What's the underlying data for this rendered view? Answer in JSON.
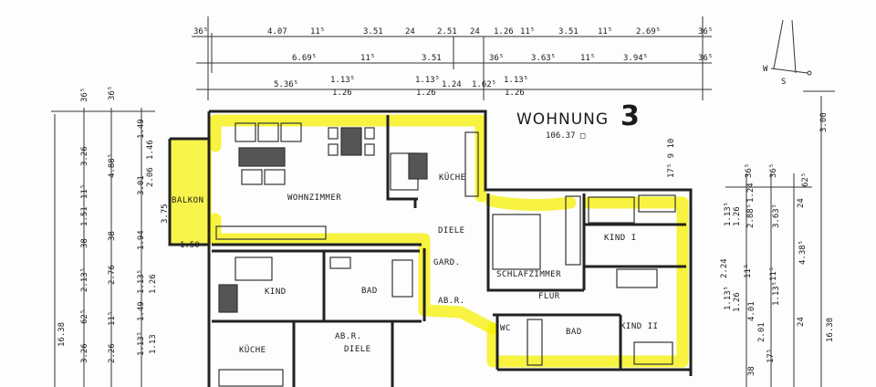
{
  "header": {
    "title": "WOHNUNG",
    "number": "3",
    "area": "106.37 □"
  },
  "rooms": {
    "wohnzimmer": "WOHNZIMMER",
    "kueche": "KÜCHE",
    "balkon": "BALKON",
    "diele": "DIELE",
    "gard": "GARD.",
    "abr": "AB.R.",
    "schlafzimmer": "SCHLAFZIMMER",
    "flur": "FLUR",
    "kind1": "KIND I",
    "kind2": "KIND II",
    "bad": "BAD",
    "wc": "WC",
    "kind_lower": "KIND",
    "bad_lower": "BAD",
    "kueche_lower": "KÜCHE",
    "abr_lower": "AB.R.",
    "diele_lower": "DIELE"
  },
  "compass": {
    "west": "W",
    "south": "S"
  },
  "highlight_color": "#f4ef00",
  "dims": {
    "top1": [
      "36⁵",
      "4.07",
      "11⁵",
      "3.51",
      "24",
      "2.51",
      "24",
      "1.26",
      "11⁵",
      "3.51",
      "11⁵",
      "2.69⁵",
      "36⁵"
    ],
    "top2": [
      "6.69⁵",
      "11⁵",
      "3.51",
      "36⁵",
      "3.63⁵",
      "11⁵",
      "3.94⁵",
      "36⁵"
    ],
    "top3": [
      "5.36⁵",
      "1.13⁵",
      "1.26",
      "1.13⁵",
      "1.26",
      "1.24",
      "1.62⁵",
      "1.13⁵",
      "1.26"
    ],
    "left": [
      "36⁵",
      "3.26",
      "11⁵",
      "1.51",
      "38",
      "2.13⁵",
      "62⁵",
      "3.26",
      "16.38",
      "36⁵",
      "4.88⁵",
      "38",
      "2.76",
      "11⁵",
      "2.26",
      "1.49",
      "1.46",
      "2.06",
      "3.01",
      "1.94",
      "1.13⁵",
      "1.26",
      "1.49",
      "1.13⁵",
      "1.13",
      "3.75",
      "1.50"
    ],
    "right": [
      "3.00",
      "36⁵",
      "36⁵",
      "62⁵",
      "1.24",
      "24",
      "1.13⁵",
      "1.26",
      "2.88⁵",
      "3.63⁵",
      "4.38⁵",
      "2.24",
      "11⁵",
      "11⁵",
      "1.13⁵",
      "1.26",
      "4.01",
      "1.13⁵",
      "2.01",
      "24",
      "16.38",
      "17⁵",
      "38",
      "17⁵ 9 10"
    ]
  }
}
